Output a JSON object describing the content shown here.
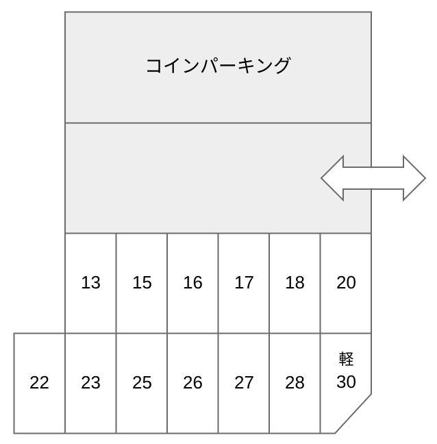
{
  "colors": {
    "stroke": "#6b6b6b",
    "area_fill": "#eeeeee",
    "slot_fill": "#ffffff",
    "text": "#000000"
  },
  "coin_parking": {
    "label": "コインパーキング"
  },
  "driveway": {
    "label": "",
    "arrow": "double-headed-arrow"
  },
  "slots": {
    "row1": [
      {
        "number": "13"
      },
      {
        "number": "15"
      },
      {
        "number": "16"
      },
      {
        "number": "17"
      },
      {
        "number": "18"
      },
      {
        "number": "20"
      }
    ],
    "row2": [
      {
        "number": "22"
      },
      {
        "number": "23"
      },
      {
        "number": "25"
      },
      {
        "number": "26"
      },
      {
        "number": "27"
      },
      {
        "number": "28"
      },
      {
        "number": "30",
        "tag": "軽"
      }
    ]
  }
}
